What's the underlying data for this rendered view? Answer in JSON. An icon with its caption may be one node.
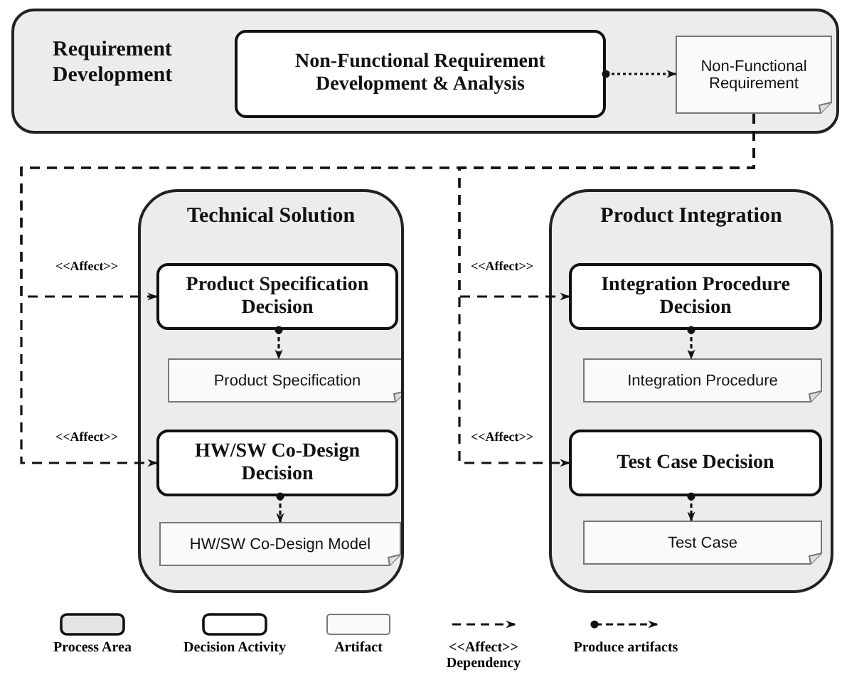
{
  "diagram": {
    "nodes": [
      {
        "text": [
          "Requirement Development"
        ]
      },
      {
        "text": [
          "Non-Functional Requirement Development & Analysis"
        ],
        "in": 0
      },
      {
        "text": [
          "Non-Functional Requirement"
        ],
        "in": 0
      },
      {
        "text": [
          "Technical Solution"
        ]
      },
      {
        "text": [
          "Product Specification Decision"
        ],
        "in": 3
      },
      {
        "text": [
          "Product Specification"
        ],
        "in": 3
      },
      {
        "text": [
          "HW/SW Co-Design Decision"
        ],
        "in": 3
      },
      {
        "text": [
          "HW/SW Co-Design Model"
        ],
        "in": 3
      },
      {
        "text": [
          "Product Integration"
        ]
      },
      {
        "text": [
          "Integration Procedure Decision"
        ],
        "in": 8
      },
      {
        "text": [
          "Integration Procedure"
        ],
        "in": 8
      },
      {
        "text": [
          "Test Case Decision"
        ],
        "in": 8
      },
      {
        "text": [
          "Test Case"
        ],
        "in": 8
      }
    ],
    "edges": [
      {
        "from": 1,
        "to": 2,
        "arrow": "to",
        "style": "dashed"
      },
      {
        "from": 2,
        "to": 4,
        "arrow": "to",
        "style": "dashed",
        "label": "<<Affect>>"
      },
      {
        "from": 2,
        "to": 6,
        "arrow": "to",
        "style": "dashed",
        "label": "<<Affect>>"
      },
      {
        "from": 2,
        "to": 9,
        "arrow": "to",
        "style": "dashed",
        "label": "<<Affect>>"
      },
      {
        "from": 2,
        "to": 11,
        "arrow": "to",
        "style": "dashed",
        "label": "<<Affect>>"
      },
      {
        "from": 4,
        "to": 5,
        "arrow": "to",
        "style": "dashed"
      },
      {
        "from": 6,
        "to": 7,
        "arrow": "to",
        "style": "dashed"
      },
      {
        "from": 9,
        "to": 10,
        "arrow": "to",
        "style": "dashed"
      },
      {
        "from": 11,
        "to": 12,
        "arrow": "to",
        "style": "dashed"
      }
    ],
    "legend": [
      {
        "text": "Process Area"
      },
      {
        "text": "Decision Activity"
      },
      {
        "text": "Artifact"
      },
      {
        "text": "<<Affect>> Dependency"
      },
      {
        "text": "Produce artifacts"
      }
    ]
  }
}
